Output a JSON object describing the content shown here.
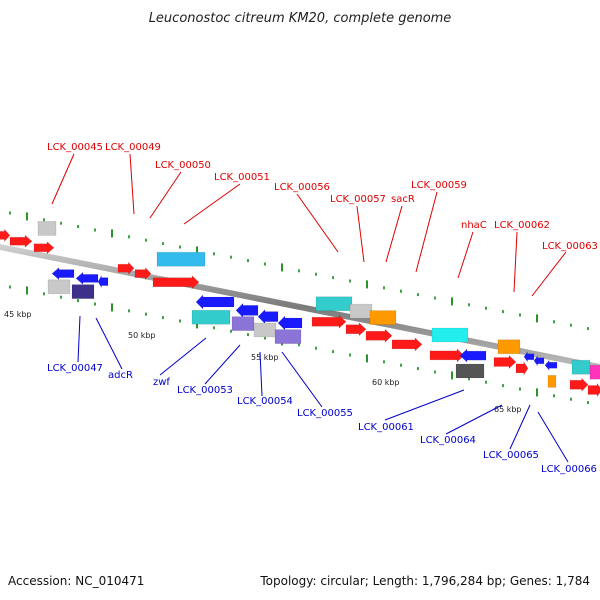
{
  "title": "Leuconostoc citreum KM20, complete genome",
  "footer": {
    "accession": "Accession: NC_010471",
    "summary": "Topology: circular; Length: 1,796,284 bp; Genes: 1,784"
  },
  "colors": {
    "cds_red": "#ff1a1a",
    "cds_blue": "#1a1aff",
    "cyan": "#33cccc",
    "sky": "#33bbee",
    "aqua": "#22eeee",
    "gray": "#c8c8c8",
    "dark_gray": "#555555",
    "orange": "#ff9900",
    "purple": "#8a74d8",
    "dark_purple": "#3e2f8a",
    "magenta": "#ff33bb",
    "backbone": "#7a7a7a",
    "tick": "#118811",
    "label_red": "#dd0000",
    "label_blue": "#0000cc"
  },
  "kbp_labels": [
    "45 kbp",
    "50 kbp",
    "55 kbp",
    "60 kbp",
    "65 kbp"
  ],
  "top_labels": [
    "LCK_00045",
    "LCK_00049",
    "LCK_00050",
    "LCK_00051",
    "LCK_00056",
    "LCK_00057",
    "sacR",
    "LCK_00059",
    "nhaC",
    "LCK_00062",
    "LCK_00063"
  ],
  "bottom_labels": [
    "LCK_00047",
    "adcR",
    "zwf",
    "LCK_00053",
    "LCK_00054",
    "LCK_00055",
    "LCK_00061",
    "LCK_00064",
    "LCK_00065",
    "LCK_00066"
  ]
}
